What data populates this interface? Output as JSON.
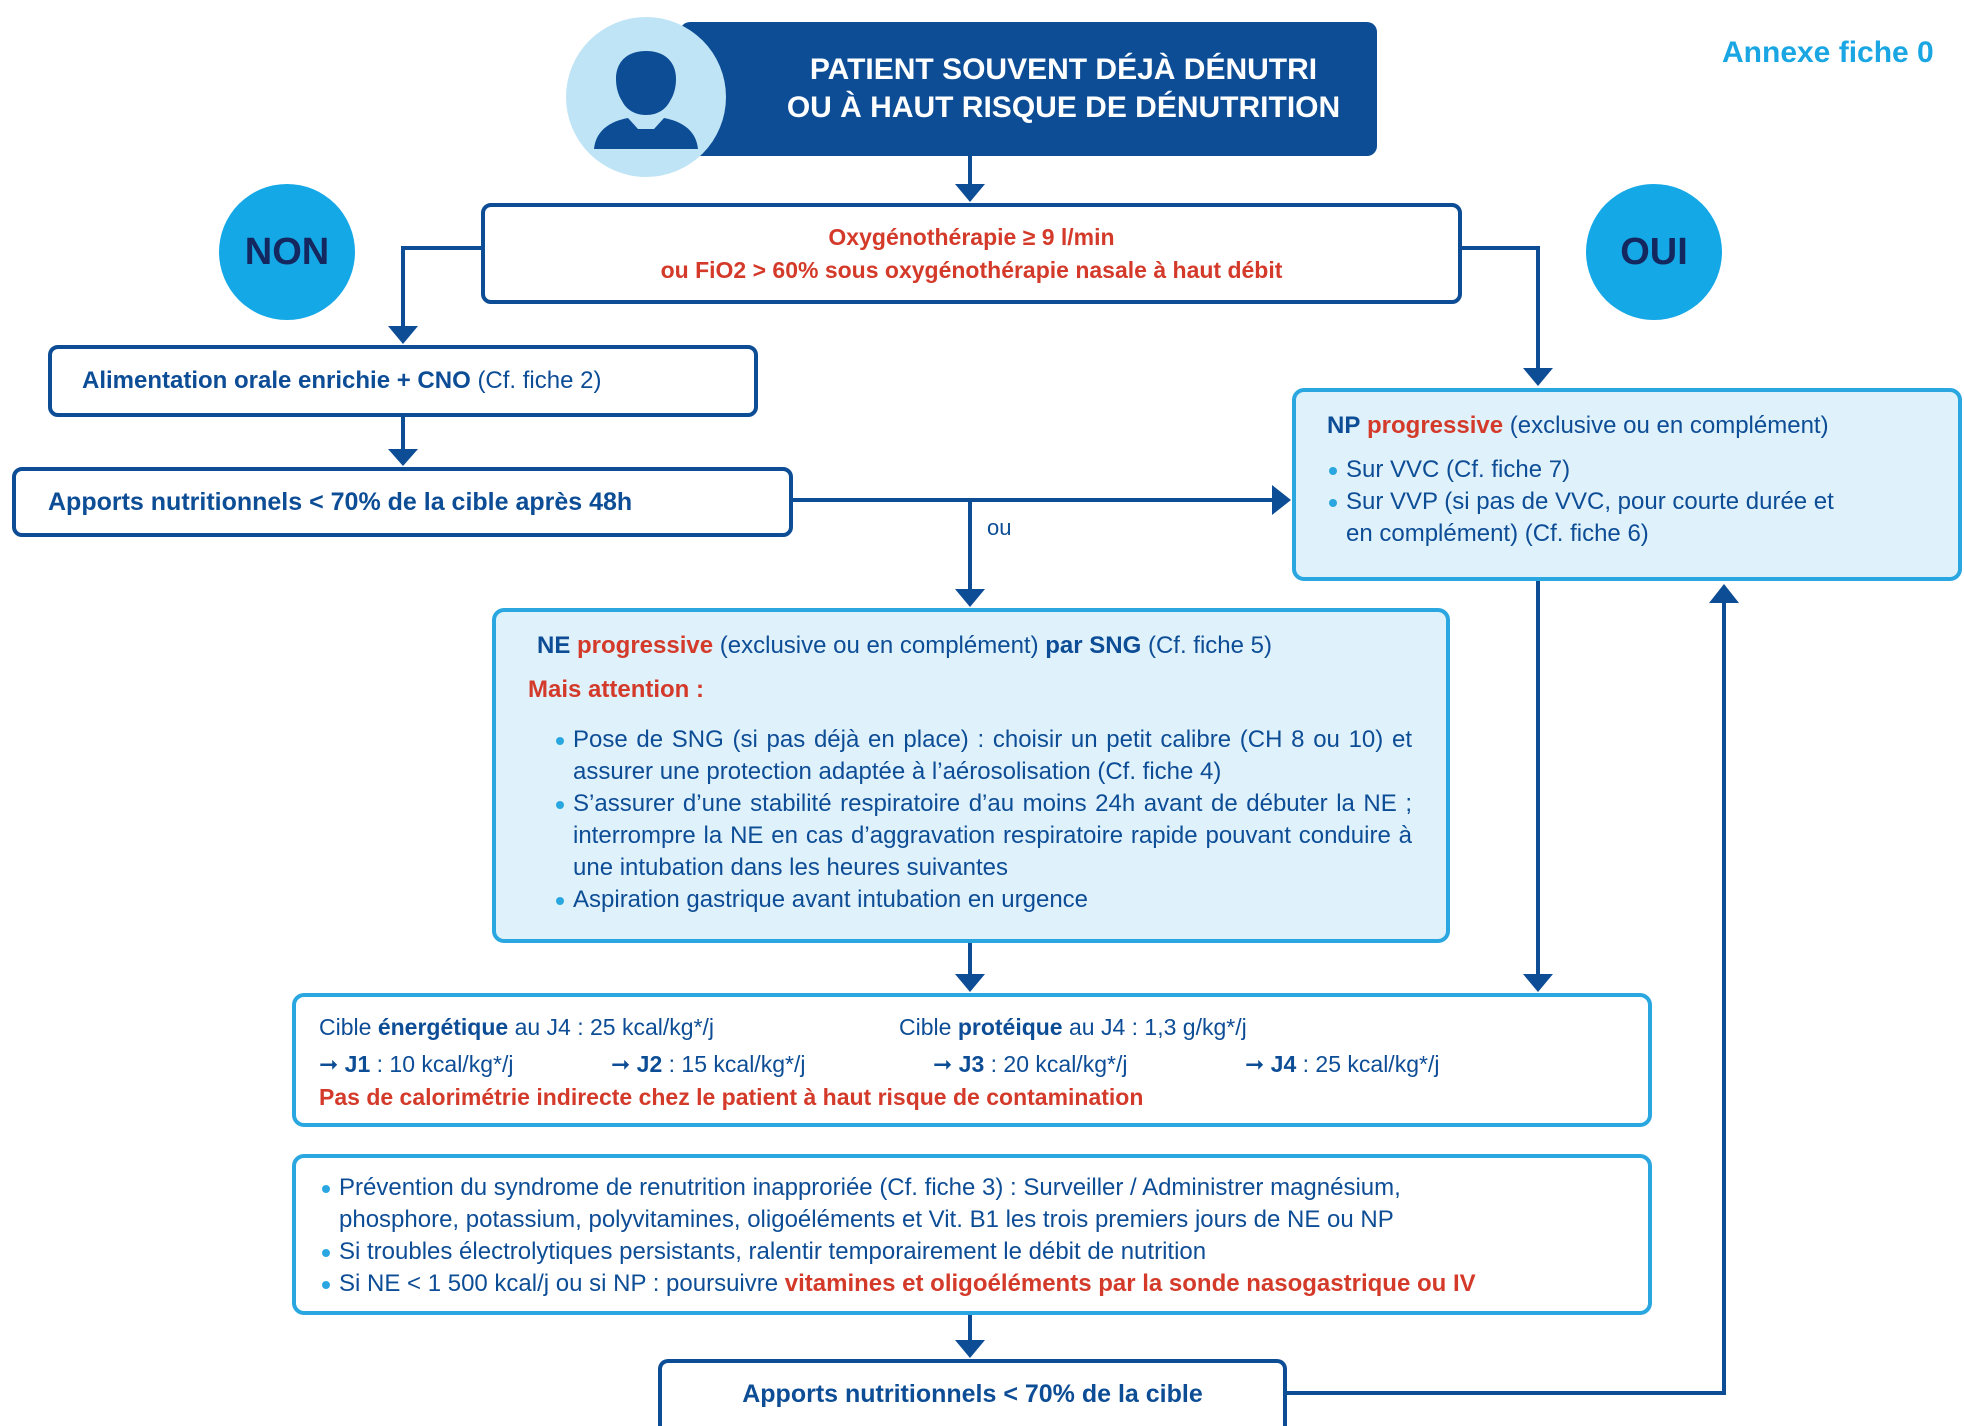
{
  "annexe": "Annexe fiche 0",
  "patient": {
    "line1": "PATIENT SOUVENT DÉJÀ DÉNUTRI",
    "line2": "OU À HAUT RISQUE DE DÉNUTRITION"
  },
  "badges": {
    "non": "NON",
    "oui": "OUI"
  },
  "oxygen": {
    "line1": "Oxygénothérapie ≥ 9 l/min",
    "line2": "ou FiO2 > 60% sous oxygénothérapie nasale à haut débit"
  },
  "orale": {
    "bold": "Alimentation orale enrichie + CNO",
    "ref": "(Cf. fiche 2)"
  },
  "apports48": "Apports nutritionnels < 70% de la cible après 48h",
  "ou": "ou",
  "np": {
    "np": "NP",
    "progressive": "progressive",
    "rest": "(exclusive ou en complément)",
    "bullets": [
      "Sur VVC (Cf. fiche 7)",
      "Sur VVP (si pas de VVC, pour courte durée et",
      "en complément) (Cf. fiche 6)"
    ]
  },
  "ne": {
    "ne": "NE",
    "progressive": "progressive",
    "mid": "(exclusive ou en complément)",
    "par_sng": "par SNG",
    "ref": "(Cf. fiche 5)",
    "warning": "Mais attention :",
    "bullets": [
      "Pose de SNG (si pas déjà en place) : choisir un petit calibre (CH 8 ou 10) et assurer une protection adaptée à l’aérosolisation (Cf. fiche 4)",
      "S’assurer d’une stabilité respiratoire d’au moins 24h avant de débuter la NE ; interrompre la NE en cas d’aggravation respiratoire rapide pouvant conduire à une intubation dans les heures suivantes",
      "Aspiration gastrique avant intubation en urgence"
    ]
  },
  "cible": {
    "energ_pre": "Cible",
    "energ_bold": "énergétique",
    "energ_post": "au J4 : 25 kcal/kg*/j",
    "prot_pre": "Cible",
    "prot_bold": "protéique",
    "prot_post": "au J4 : 1,3 g/kg*/j",
    "arrow": "➞",
    "days": [
      {
        "day": "J1",
        "value": ": 10 kcal/kg*/j"
      },
      {
        "day": "J2",
        "value": ": 15 kcal/kg*/j"
      },
      {
        "day": "J3",
        "value": ":  20 kcal/kg*/j"
      },
      {
        "day": "J4",
        "value": ": 25 kcal/kg*/j"
      }
    ],
    "warning": "Pas de calorimétrie indirecte chez le patient à haut risque de contamination"
  },
  "prevention": {
    "b1": "Prévention du syndrome de renutrition inapproriée (Cf. fiche 3) : Surveiller / Administrer magnésium,",
    "b1_cont": "phosphore, potassium, polyvitamines, oligoéléments et Vit. B1 les trois premiers jours de NE ou NP",
    "b2": "Si troubles électrolytiques persistants, ralentir temporairement le débit de nutrition",
    "b3_pre": "Si NE < 1 500 kcal/j ou si NP : poursuivre",
    "b3_red": "vitamines et oligoéléments par la sonde nasogastrique ou IV"
  },
  "apports_final": "Apports nutritionnels < 70% de la cible",
  "colors": {
    "navy": "#0d4d96",
    "red": "#d43a2a",
    "cyan": "#2aa7e0",
    "badge": "#14a8e6"
  },
  "icons": {
    "patient": "person-silhouette-icon"
  }
}
